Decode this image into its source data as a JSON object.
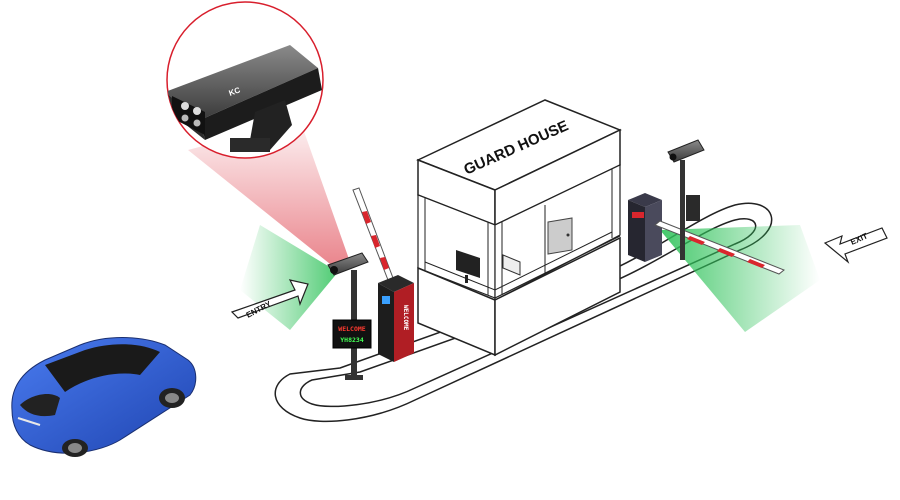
{
  "booth": {
    "sign_text": "GUARD HOUSE"
  },
  "arrows": {
    "entry_label": "ENTRY",
    "exit_label": "EXIT"
  },
  "camera": {
    "brand_mark": "KC"
  },
  "display": {
    "line1": "WELCOME",
    "line2": "YH8234"
  },
  "terminal": {
    "vertical_text": "WELCOME"
  },
  "colors": {
    "camera_fov": "#2fc25a",
    "zoom_cone": "#d81e2c",
    "car_body": "#2f5fd6",
    "barrier_stripe": "#d9262d",
    "terminal_red": "#b01e24",
    "led_red": "#ff3b30",
    "led_green": "#44ff55"
  }
}
